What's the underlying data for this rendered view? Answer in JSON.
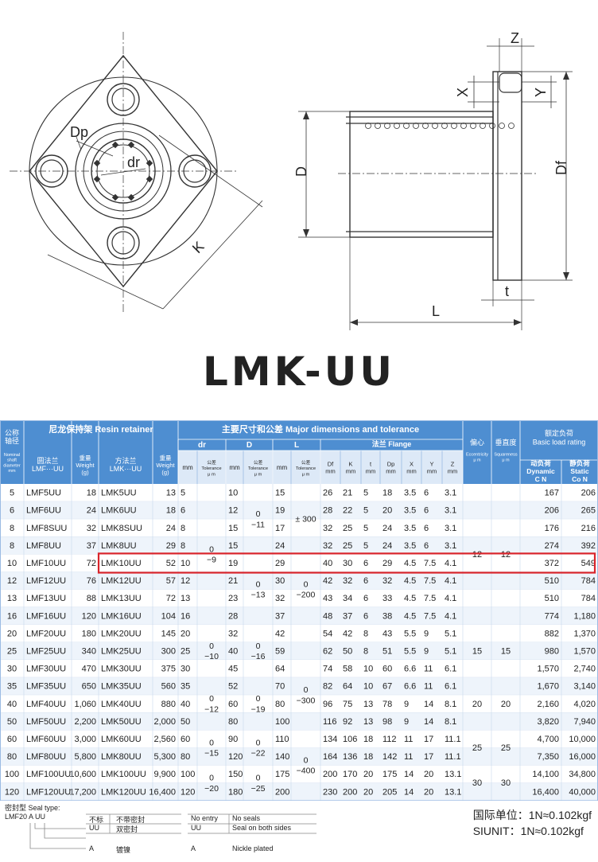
{
  "drawing_labels": {
    "dp": "Dp",
    "dr": "dr",
    "k": "K",
    "d": "D",
    "df": "Df",
    "l": "L",
    "t": "t",
    "x": "X",
    "y": "Y",
    "z": "Z"
  },
  "title": "LMK-UU",
  "table": {
    "header": {
      "nominal_cn": "公称\n轴径",
      "nominal_en": "Nominal\nshaft\ndiameter\nmm",
      "resin": "尼龙保持架  Resin retainer",
      "round_flange": "圆法兰\nLMF···UU",
      "weight": "重量\nWeight\n(g)",
      "square_flange": "方法兰\nLMK···UU",
      "major": "主要尺寸和公差  Major dimensions and tolerance",
      "dr": "dr",
      "D": "D",
      "L": "L",
      "mm": "mm",
      "tolerance": "公差\nTolerance\nμ m",
      "flange": "法兰  Flange",
      "flange_cols": [
        "Df\nmm",
        "K\nmm",
        "t\nmm",
        "Dp\nmm",
        "X\nmm",
        "Y\nmm",
        "Z\nmm"
      ],
      "eccentricity": "偏心",
      "eccentricity_en": "Eccentricity\nμ m",
      "squareness": "垂直度",
      "squareness_en": "Squareness\nμ m",
      "load_rating": "额定负荷\nBasic load rating",
      "dynamic": "动负荷\nDynamic\nC N",
      "static": "静负荷\nStatic\nCo N"
    },
    "rows": [
      [
        "5",
        "LMF5UU",
        "18",
        "LMK5UU",
        "13",
        "5",
        "10",
        "15",
        "26",
        "21",
        "5",
        "18",
        "3.5",
        "6",
        "3.1",
        "167",
        "206"
      ],
      [
        "6",
        "LMF6UU",
        "24",
        "LMK6UU",
        "18",
        "6",
        "12",
        "19",
        "28",
        "22",
        "5",
        "20",
        "3.5",
        "6",
        "3.1",
        "206",
        "265"
      ],
      [
        "8",
        "LMF8SUU",
        "32",
        "LMK8SUU",
        "24",
        "8",
        "15",
        "17",
        "32",
        "25",
        "5",
        "24",
        "3.5",
        "6",
        "3.1",
        "176",
        "216"
      ],
      [
        "8",
        "LMF8UU",
        "37",
        "LMK8UU",
        "29",
        "8",
        "15",
        "24",
        "32",
        "25",
        "5",
        "24",
        "3.5",
        "6",
        "3.1",
        "274",
        "392"
      ],
      [
        "10",
        "LMF10UU",
        "72",
        "LMK10UU",
        "52",
        "10",
        "19",
        "29",
        "40",
        "30",
        "6",
        "29",
        "4.5",
        "7.5",
        "4.1",
        "372",
        "549"
      ],
      [
        "12",
        "LMF12UU",
        "76",
        "LMK12UU",
        "57",
        "12",
        "21",
        "30",
        "42",
        "32",
        "6",
        "32",
        "4.5",
        "7.5",
        "4.1",
        "510",
        "784"
      ],
      [
        "13",
        "LMF13UU",
        "88",
        "LMK13UU",
        "72",
        "13",
        "23",
        "32",
        "43",
        "34",
        "6",
        "33",
        "4.5",
        "7.5",
        "4.1",
        "510",
        "784"
      ],
      [
        "16",
        "LMF16UU",
        "120",
        "LMK16UU",
        "104",
        "16",
        "28",
        "37",
        "48",
        "37",
        "6",
        "38",
        "4.5",
        "7.5",
        "4.1",
        "774",
        "1,180"
      ],
      [
        "20",
        "LMF20UU",
        "180",
        "LMK20UU",
        "145",
        "20",
        "32",
        "42",
        "54",
        "42",
        "8",
        "43",
        "5.5",
        "9",
        "5.1",
        "882",
        "1,370"
      ],
      [
        "25",
        "LMF25UU",
        "340",
        "LMK25UU",
        "300",
        "25",
        "40",
        "59",
        "62",
        "50",
        "8",
        "51",
        "5.5",
        "9",
        "5.1",
        "980",
        "1,570"
      ],
      [
        "30",
        "LMF30UU",
        "470",
        "LMK30UU",
        "375",
        "30",
        "45",
        "64",
        "74",
        "58",
        "10",
        "60",
        "6.6",
        "11",
        "6.1",
        "1,570",
        "2,740"
      ],
      [
        "35",
        "LMF35UU",
        "650",
        "LMK35UU",
        "560",
        "35",
        "52",
        "70",
        "82",
        "64",
        "10",
        "67",
        "6.6",
        "11",
        "6.1",
        "1,670",
        "3,140"
      ],
      [
        "40",
        "LMF40UU",
        "1,060",
        "LMK40UU",
        "880",
        "40",
        "60",
        "80",
        "96",
        "75",
        "13",
        "78",
        "9",
        "14",
        "8.1",
        "2,160",
        "4,020"
      ],
      [
        "50",
        "LMF50UU",
        "2,200",
        "LMK50UU",
        "2,000",
        "50",
        "80",
        "100",
        "116",
        "92",
        "13",
        "98",
        "9",
        "14",
        "8.1",
        "3,820",
        "7,940"
      ],
      [
        "60",
        "LMF60UU",
        "3,000",
        "LMK60UU",
        "2,560",
        "60",
        "90",
        "110",
        "134",
        "106",
        "18",
        "112",
        "11",
        "17",
        "11.1",
        "4,700",
        "10,000"
      ],
      [
        "80",
        "LMF80UU",
        "5,800",
        "LMK80UU",
        "5,300",
        "80",
        "120",
        "140",
        "164",
        "136",
        "18",
        "142",
        "11",
        "17",
        "11.1",
        "7,350",
        "16,000"
      ],
      [
        "100",
        "LMF100UU",
        "10,600",
        "LMK100UU",
        "9,900",
        "100",
        "150",
        "175",
        "200",
        "170",
        "20",
        "175",
        "14",
        "20",
        "13.1",
        "14,100",
        "34,800"
      ],
      [
        "120",
        "LMF120UU",
        "17,200",
        "LMK120UU",
        "16,400",
        "120",
        "180",
        "200",
        "230",
        "200",
        "20",
        "205",
        "14",
        "20",
        "13.1",
        "16,400",
        "40,000"
      ]
    ],
    "tolerance_dr": [
      {
        "text": "0\n−9",
        "row_from": 3,
        "row_to": 4
      },
      {
        "text": "0\n−10",
        "row_from": 8,
        "row_to": 10
      },
      {
        "text": "0\n−12",
        "row_from": 11,
        "row_to": 13
      },
      {
        "text": "0\n−15",
        "row_from": 14,
        "row_to": 15
      },
      {
        "text": "0\n−20",
        "row_from": 16,
        "row_to": 17
      }
    ],
    "tolerance_D": [
      {
        "text": "0\n−11",
        "row_from": 1,
        "row_to": 2
      },
      {
        "text": "0\n−13",
        "row_from": 5,
        "row_to": 6
      },
      {
        "text": "0\n−16",
        "row_from": 8,
        "row_to": 10
      },
      {
        "text": "0\n−19",
        "row_from": 11,
        "row_to": 13
      },
      {
        "text": "0\n−22",
        "row_from": 14,
        "row_to": 15
      },
      {
        "text": "0\n−25",
        "row_from": 16,
        "row_to": 17
      }
    ],
    "tolerance_L": [
      {
        "text": "± 300",
        "row_from": 0,
        "row_to": 3
      },
      {
        "text": "0\n−200",
        "row_from": 5,
        "row_to": 6
      },
      {
        "text": "0\n−300",
        "row_from": 10,
        "row_to": 13
      },
      {
        "text": "0\n−400",
        "row_from": 14,
        "row_to": 17
      }
    ],
    "eccentricity": [
      {
        "text": "12",
        "row_from": 0,
        "row_to": 7
      },
      {
        "text": "15",
        "row_from": 8,
        "row_to": 10
      },
      {
        "text": "20",
        "row_from": 11,
        "row_to": 13
      },
      {
        "text": "25",
        "row_from": 14,
        "row_to": 15
      },
      {
        "text": "30",
        "row_from": 16,
        "row_to": 17
      }
    ],
    "squareness": [
      {
        "text": "12",
        "row_from": 0,
        "row_to": 7
      },
      {
        "text": "15",
        "row_from": 8,
        "row_to": 10
      },
      {
        "text": "20",
        "row_from": 11,
        "row_to": 13
      },
      {
        "text": "25",
        "row_from": 14,
        "row_to": 15
      },
      {
        "text": "30",
        "row_from": 16,
        "row_to": 17
      }
    ],
    "highlighted_row": 4
  },
  "seal": {
    "label": "密封型  Seal type:",
    "sample": "LMF20 A UU",
    "cn_rows": [
      [
        "不标",
        "不带密封"
      ],
      [
        "UU",
        "双密封"
      ],
      [
        "A",
        "镀镍"
      ]
    ],
    "en_rows": [
      [
        "No entry",
        "No seals"
      ],
      [
        "UU",
        "Seal on both sides"
      ],
      [
        "A",
        "Nickle plated"
      ]
    ]
  },
  "units": {
    "international": "国际单位：1N≈0.102kgf",
    "siunit": "SIUNIT：1N≈0.102kgf"
  },
  "colors": {
    "header_blue": "#4e8ed1",
    "header_light": "#dde9f7",
    "row_alt": "#eef4fb",
    "highlight": "#d9242b"
  }
}
